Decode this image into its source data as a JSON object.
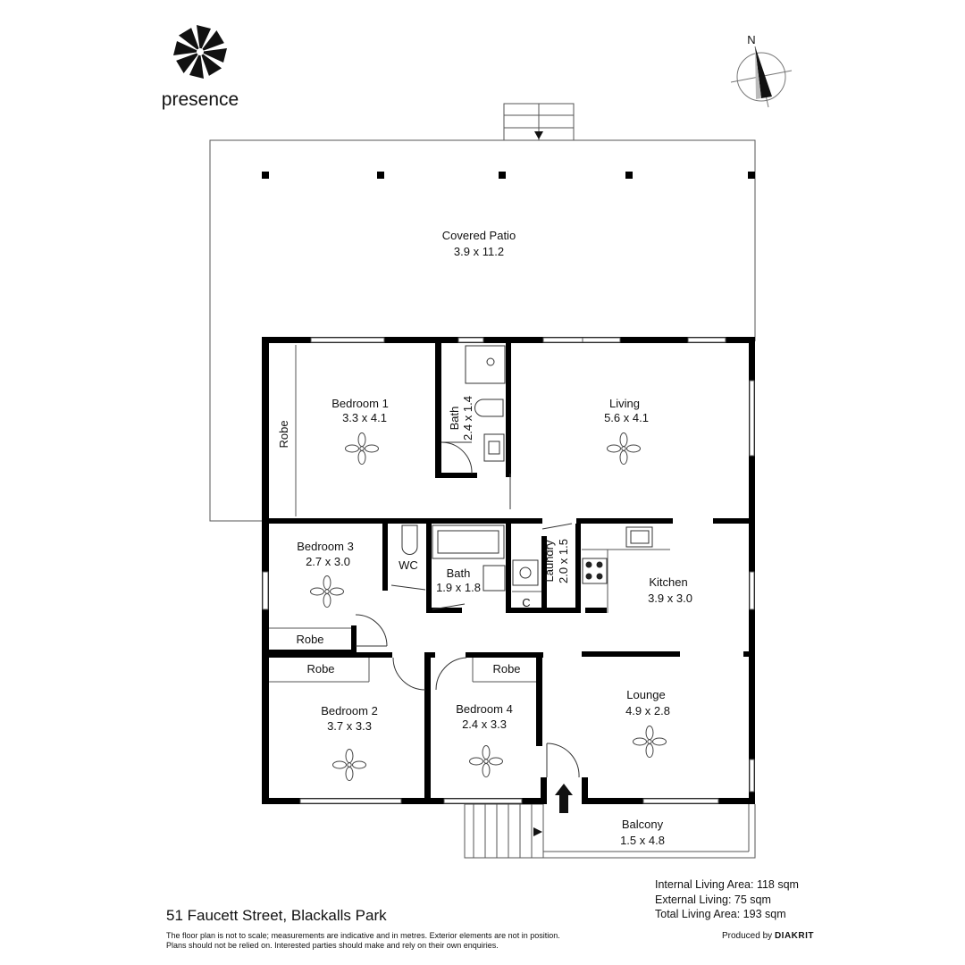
{
  "brand": {
    "name": "presence",
    "icon": "pinwheel-logo-icon"
  },
  "compass": {
    "label": "N",
    "icon": "compass-icon"
  },
  "rooms": {
    "covered_patio": {
      "name": "Covered Patio",
      "dims": "3.9 x 11.2"
    },
    "bedroom1": {
      "name": "Bedroom 1",
      "dims": "3.3 x 4.1"
    },
    "bath_upper": {
      "name": "Bath",
      "dims": "2.4 x 1.4"
    },
    "living": {
      "name": "Living",
      "dims": "5.6 x 4.1"
    },
    "robe_b1": {
      "name": "Robe"
    },
    "bedroom3": {
      "name": "Bedroom 3",
      "dims": "2.7 x 3.0"
    },
    "wc": {
      "name": "WC"
    },
    "bath_lower": {
      "name": "Bath",
      "dims": "1.9 x 1.8"
    },
    "laundry": {
      "name": "Laundry",
      "dims": "2.0 x 1.5"
    },
    "cupboard": {
      "name": "C"
    },
    "kitchen": {
      "name": "Kitchen",
      "dims": "3.9 x 3.0"
    },
    "robe_b3": {
      "name": "Robe"
    },
    "robe_b2": {
      "name": "Robe"
    },
    "robe_b4": {
      "name": "Robe"
    },
    "bedroom2": {
      "name": "Bedroom 2",
      "dims": "3.7 x 3.3"
    },
    "bedroom4": {
      "name": "Bedroom 4",
      "dims": "2.4 x 3.3"
    },
    "lounge": {
      "name": "Lounge",
      "dims": "4.9 x 2.8"
    },
    "balcony": {
      "name": "Balcony",
      "dims": "1.5 x 4.8"
    }
  },
  "address": "51 Faucett Street, Blackalls Park",
  "disclaimer": [
    "The floor plan is not to scale; measurements are indicative and in metres. Exterior elements are not in position.",
    "Plans should not be relied on. Interested parties should make and rely on their own enquiries."
  ],
  "areas": {
    "internal": "Internal Living Area: 118 sqm",
    "external": "External Living: 75 sqm",
    "total": "Total Living Area: 193 sqm"
  },
  "produced": {
    "prefix": "Produced by",
    "brand": "DIAKRIT"
  }
}
